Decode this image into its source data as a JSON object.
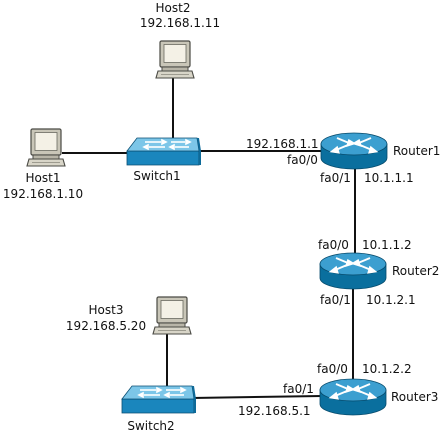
{
  "devices": {
    "host1": {
      "name": "Host1",
      "ip": "192.168.1.10",
      "icon": "computer-icon"
    },
    "host2": {
      "name": "Host2",
      "ip": "192.168.1.11",
      "icon": "computer-icon"
    },
    "host3": {
      "name": "Host3",
      "ip": "192.168.5.20",
      "icon": "computer-icon"
    },
    "switch1": {
      "name": "Switch1",
      "icon": "switch-icon"
    },
    "switch2": {
      "name": "Switch2",
      "icon": "switch-icon"
    },
    "router1": {
      "name": "Router1",
      "icon": "router-icon"
    },
    "router2": {
      "name": "Router2",
      "icon": "router-icon"
    },
    "router3": {
      "name": "Router3",
      "icon": "router-icon"
    }
  },
  "links": [
    {
      "from": "host1",
      "to": "switch1"
    },
    {
      "from": "host2",
      "to": "switch1"
    },
    {
      "from": "switch1",
      "to": "router1",
      "router_port": "fa0/0",
      "router_ip": "192.168.1.1"
    },
    {
      "from": "router1",
      "to": "router2",
      "from_port": "fa0/1",
      "from_ip": "10.1.1.1",
      "to_port": "fa0/0",
      "to_ip": "10.1.1.2"
    },
    {
      "from": "router2",
      "to": "router3",
      "from_port": "fa0/1",
      "from_ip": "10.1.2.1",
      "to_port": "fa0/0",
      "to_ip": "10.1.2.2"
    },
    {
      "from": "host3",
      "to": "switch2"
    },
    {
      "from": "switch2",
      "to": "router3",
      "router_port": "fa0/1",
      "router_ip": "192.168.5.1"
    }
  ],
  "colors": {
    "router_top": "#3c9fd0",
    "router_side": "#0a6f9e",
    "switch_top": "#7cc6e8",
    "switch_side": "#1a86bd",
    "computer_body": "#d8d5c8",
    "computer_screen": "#f4f1e6",
    "link": "#111111"
  }
}
